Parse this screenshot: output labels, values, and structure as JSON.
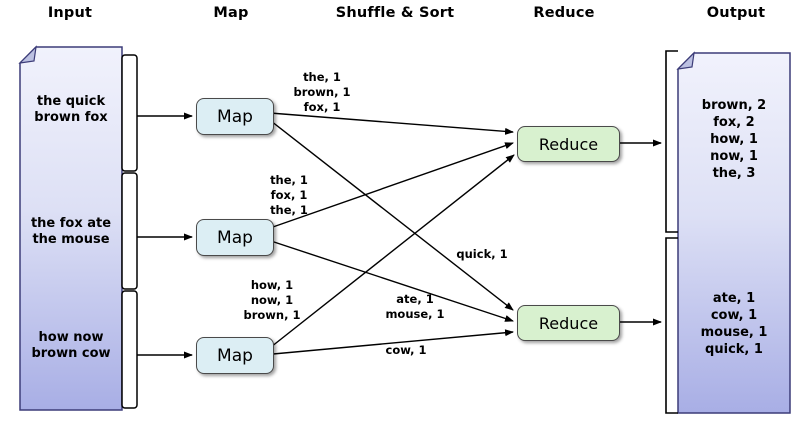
{
  "headers": {
    "input": "Input",
    "map": "Map",
    "shuffle": "Shuffle & Sort",
    "reduce": "Reduce",
    "output": "Output"
  },
  "input_doc": {
    "segments": [
      {
        "lines": [
          "the quick",
          "brown fox"
        ]
      },
      {
        "lines": [
          "the fox ate",
          "the mouse"
        ]
      },
      {
        "lines": [
          "how now",
          "brown cow"
        ]
      }
    ]
  },
  "map_boxes": [
    {
      "label": "Map"
    },
    {
      "label": "Map"
    },
    {
      "label": "Map"
    }
  ],
  "reduce_boxes": [
    {
      "label": "Reduce"
    },
    {
      "label": "Reduce"
    }
  ],
  "shuffle_labels": [
    {
      "lines": [
        "the, 1",
        "brown, 1",
        "fox, 1"
      ]
    },
    {
      "lines": [
        "the, 1",
        "fox, 1",
        "the, 1"
      ]
    },
    {
      "lines": [
        "how, 1",
        "now, 1",
        "brown, 1"
      ]
    },
    {
      "lines": [
        "quick, 1"
      ]
    },
    {
      "lines": [
        "ate, 1",
        "mouse, 1"
      ]
    },
    {
      "lines": [
        "cow, 1"
      ]
    }
  ],
  "output_doc": {
    "segments": [
      {
        "lines": [
          "brown, 2",
          "fox, 2",
          "how, 1",
          "now, 1",
          "the, 3"
        ]
      },
      {
        "lines": [
          "ate, 1",
          "cow, 1",
          "mouse, 1",
          "quick, 1"
        ]
      }
    ]
  },
  "colors": {
    "background": "#ffffff",
    "map_box_fill": "#dceef4",
    "reduce_box_fill": "#d8f1cf",
    "document_border": "#3c3c78",
    "document_gradient_top": "#f1f2fc",
    "document_gradient_mid": "#dde0f5",
    "document_gradient_bottom": "#a8aee5",
    "fold_fill": "#bcc1e2",
    "arrow_color": "#000000"
  }
}
